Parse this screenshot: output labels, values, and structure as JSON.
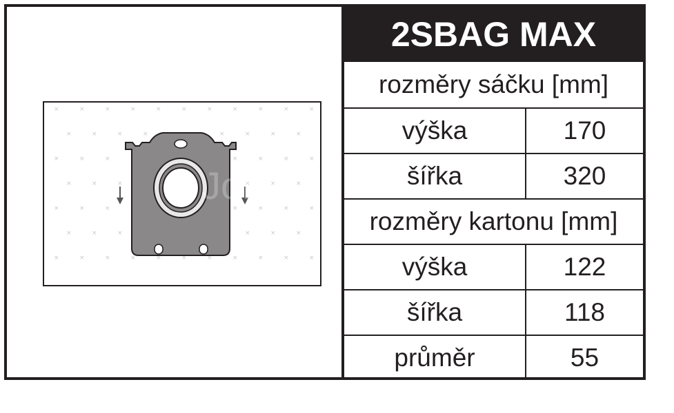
{
  "product": {
    "title": "2SBAG MAX"
  },
  "bag_dimensions": {
    "header": "rozměry sáčku [mm]",
    "rows": [
      {
        "label": "výška",
        "value": "170"
      },
      {
        "label": "šířka",
        "value": "320"
      }
    ]
  },
  "carton_dimensions": {
    "header": "rozměry kartonu [mm]",
    "rows": [
      {
        "label": "výška",
        "value": "122"
      },
      {
        "label": "šířka",
        "value": "118"
      },
      {
        "label": "průměr",
        "value": "55"
      }
    ]
  },
  "illustration": {
    "watermark_text": "Jolly - sáčky",
    "bag_color": "#8a8889",
    "border_color": "#231f20"
  }
}
